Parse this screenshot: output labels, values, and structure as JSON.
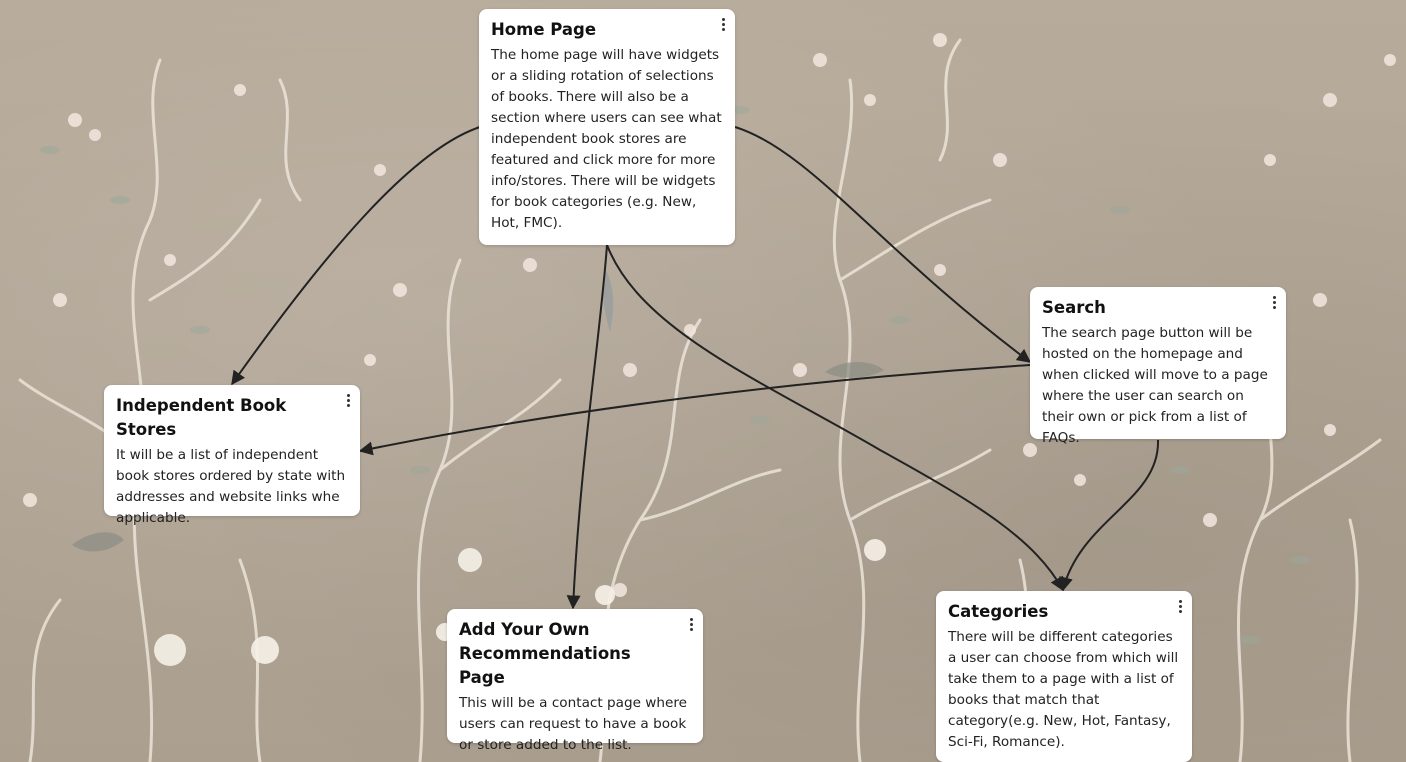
{
  "cards": {
    "home": {
      "title": "Home Page",
      "body": "The home page will have widgets or a sliding rotation of selections of books. There will also be a section where users can see what independent book stores are featured and click more for more info/stores. There will be widgets for book categories (e.g. New, Hot, FMC)."
    },
    "stores": {
      "title": "Independent Book Stores",
      "body": "It will be a list of independent book stores ordered by state with addresses and website links whe applicable."
    },
    "search": {
      "title": "Search",
      "body": "The search page button will be hosted on the homepage and when clicked will move to a page where the user can search on their own or pick from a list of FAQs."
    },
    "recommend": {
      "title": "Add Your Own Recommendations Page",
      "body": "This will be a contact page where users can request to have a book or store added to the list."
    },
    "categories": {
      "title": "Categories",
      "body": "There will be different categories a user can choose from which will take them to a page with a list of books that match that category(e.g. New, Hot, Fantasy, Sci-Fi, Romance)."
    }
  },
  "icons": {
    "card_menu": "kebab-menu-icon"
  },
  "colors": {
    "background": "#b3a797",
    "card": "#ffffff",
    "arrow": "#222222"
  }
}
